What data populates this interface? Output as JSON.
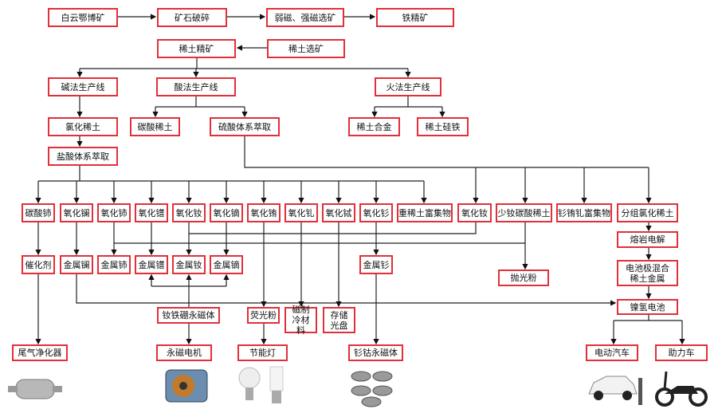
{
  "row1": [
    "白云鄂博矿",
    "矿石破碎",
    "弱磁、强磁选矿",
    "铁精矿"
  ],
  "row2": [
    "稀土精矿",
    "稀土选矿"
  ],
  "lines": [
    "碱法生产线",
    "酸法生产线",
    "火法生产线"
  ],
  "row4": [
    "氯化稀土",
    "碳酸稀土",
    "硫酸体系萃取",
    "稀土合金",
    "稀土硅铁"
  ],
  "hcl": "盐酸体系萃取",
  "products": [
    "碳酸铈",
    "氧化镧",
    "氧化铈",
    "氧化镨",
    "氧化钕",
    "氧化镝",
    "氧化铕",
    "氧化钆",
    "氧化铽",
    "氧化钐",
    "重稀土富集物",
    "氧化钕",
    "少钕碳酸稀土",
    "钐铕钆富集物",
    "分组氯化稀土"
  ],
  "metals": [
    "催化剂",
    "金属镧",
    "金属铈",
    "金属镨",
    "金属钕",
    "金属镝",
    "金属钐"
  ],
  "mid": {
    "polish": "抛光粉",
    "electrolysis": "熔岩电解",
    "battery_metal": "电池极混合稀土金属",
    "nimh": "镍氢电池",
    "ndfeb": "钕铁硼永磁体",
    "phosphor": "荧光粉",
    "magcool": "磁制冷材料",
    "storage": "存储光盘"
  },
  "final": [
    "尾气净化器",
    "永磁电机",
    "节能灯",
    "钐钴永磁体",
    "电动汽车",
    "助力车"
  ]
}
